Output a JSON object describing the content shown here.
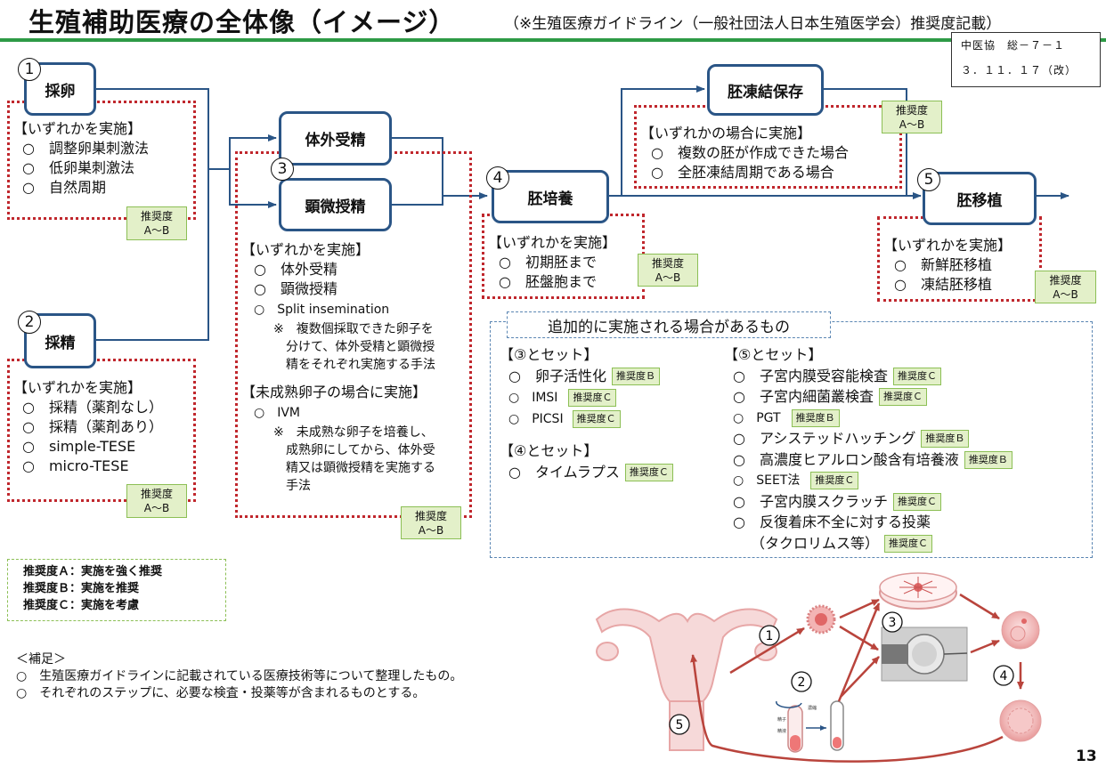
{
  "header": {
    "title": "生殖補助医療の全体像（イメージ）",
    "subtitle": "（※生殖医療ガイドライン（一般社団法人日本生殖医学会）推奨度記載）",
    "code_line1": "中医協　総－７－１",
    "code_line2": "３．１１．１７（改）"
  },
  "steps": {
    "s1": {
      "num": "1",
      "label": "採卵",
      "heading": "【いずれかを実施】",
      "items": [
        "○　調整卵巣刺激法",
        "○　低卵巣刺激法",
        "○　自然周期"
      ],
      "badge": [
        "推奨度",
        "A～B"
      ]
    },
    "s2": {
      "num": "2",
      "label": "採精",
      "heading": "【いずれかを実施】",
      "items": [
        "○　採精（薬剤なし）",
        "○　採精（薬剤あり）",
        "○　simple-TESE",
        "○　micro-TESE"
      ],
      "badge": [
        "推奨度",
        "A～B"
      ]
    },
    "s3": {
      "num": "3",
      "label_a": "体外受精",
      "label_b": "顕微授精",
      "heading": "【いずれかを実施】",
      "items": [
        "○　体外受精",
        "○　顕微授精",
        "○　Split insemination"
      ],
      "note": [
        "※　複数個採取できた卵子を",
        "分けて、体外受精と顕微授",
        "精をそれぞれ実施する手法"
      ],
      "heading2": "【未成熟卵子の場合に実施】",
      "items2": [
        "○　IVM"
      ],
      "note2": [
        "※　未成熟な卵子を培養し、",
        "成熟卵にしてから、体外受",
        "精又は顕微授精を実施する",
        "手法"
      ],
      "badge": [
        "推奨度",
        "A～B"
      ]
    },
    "s4": {
      "num": "4",
      "label": "胚培養",
      "heading": "【いずれかを実施】",
      "items": [
        "○　初期胚まで",
        "○　胚盤胞まで"
      ],
      "badge": [
        "推奨度",
        "A～B"
      ]
    },
    "freeze": {
      "label": "胚凍結保存",
      "heading": "【いずれかの場合に実施】",
      "items": [
        "○　複数の胚が作成できた場合",
        "○　全胚凍結周期である場合"
      ],
      "badge": [
        "推奨度",
        "A～B"
      ]
    },
    "s5": {
      "num": "5",
      "label": "胚移植",
      "heading": "【いずれかを実施】",
      "items": [
        "○　新鮮胚移植",
        "○　凍結胚移植"
      ],
      "badge": [
        "推奨度",
        "A～B"
      ]
    }
  },
  "additional": {
    "title": "追加的に実施される場合があるもの",
    "g3": {
      "heading": "【③とセット】",
      "items": [
        {
          "text": "○　卵子活性化",
          "badge": "推奨度Ｂ"
        },
        {
          "text": "○　IMSI",
          "badge": "推奨度Ｃ"
        },
        {
          "text": "○　PICSI",
          "badge": "推奨度Ｃ"
        }
      ]
    },
    "g4": {
      "heading": "【④とセット】",
      "items": [
        {
          "text": "○　タイムラプス",
          "badge": "推奨度Ｃ"
        }
      ]
    },
    "g5": {
      "heading": "【⑤とセット】",
      "items": [
        {
          "text": "○　子宮内膜受容能検査",
          "badge": "推奨度Ｃ"
        },
        {
          "text": "○　子宮内細菌叢検査",
          "badge": "推奨度Ｃ"
        },
        {
          "text": "○　PGT",
          "badge": "推奨度Ｂ"
        },
        {
          "text": "○　アシステッドハッチング",
          "badge": "推奨度Ｂ"
        },
        {
          "text": "○　高濃度ヒアルロン酸含有培養液",
          "badge": "推奨度Ｂ"
        },
        {
          "text": "○　SEET法",
          "badge": "推奨度Ｃ"
        },
        {
          "text": "○　子宮内膜スクラッチ",
          "badge": "推奨度Ｃ"
        },
        {
          "text": "○　反復着床不全に対する投薬",
          "badge": ""
        },
        {
          "text": "（タクロリムス等）",
          "badge": "推奨度Ｃ"
        }
      ]
    }
  },
  "legend": [
    "推奨度Ａ：実施を強く推奨",
    "推奨度Ｂ：実施を推奨",
    "推奨度Ｃ：実施を考慮"
  ],
  "supplement": {
    "heading": "＜補足＞",
    "items": [
      "○　生殖医療ガイドラインに記載されている医療技術等について整理したもの。",
      "○　それぞれのステップに、必要な検査・投薬等が含まれるものとする。"
    ]
  },
  "illustration": {
    "nums": [
      "1",
      "2",
      "3",
      "4",
      "5"
    ],
    "tube_labels": [
      "精子",
      "精液",
      "濃縮"
    ]
  },
  "page_number": "13",
  "colors": {
    "step_border": "#2a5586",
    "dotted": "#c0272d",
    "badge_bg": "#e3f0c9",
    "green_rule": "#2e9a46",
    "arrow_red": "#b9443c"
  }
}
